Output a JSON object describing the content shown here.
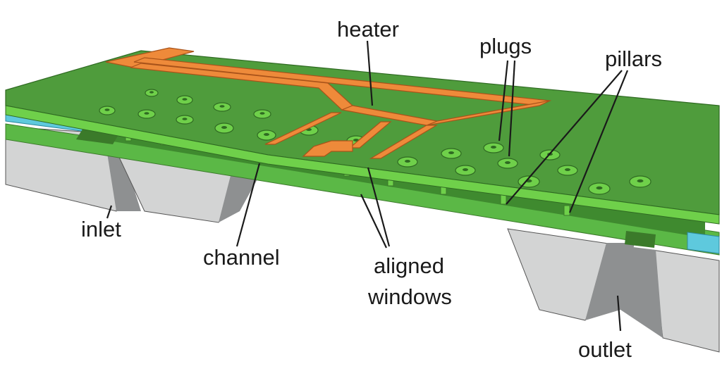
{
  "labels": {
    "heater": "heater",
    "plugs": "plugs",
    "pillars": "pillars",
    "inlet": "inlet",
    "channel": "channel",
    "aligned_line1": "aligned",
    "aligned_line2": "windows",
    "outlet": "outlet"
  },
  "colors": {
    "membrane_top": "#4f9c3c",
    "membrane_side": "#6fd04a",
    "membrane_edge": "#3b7a2a",
    "channel_floor": "#3f8a2f",
    "heater": "#ee8a3a",
    "heater_edge": "#a9531a",
    "substrate_face": "#d3d4d4",
    "substrate_dark": "#8e9091",
    "water": "#5ec9dd"
  }
}
